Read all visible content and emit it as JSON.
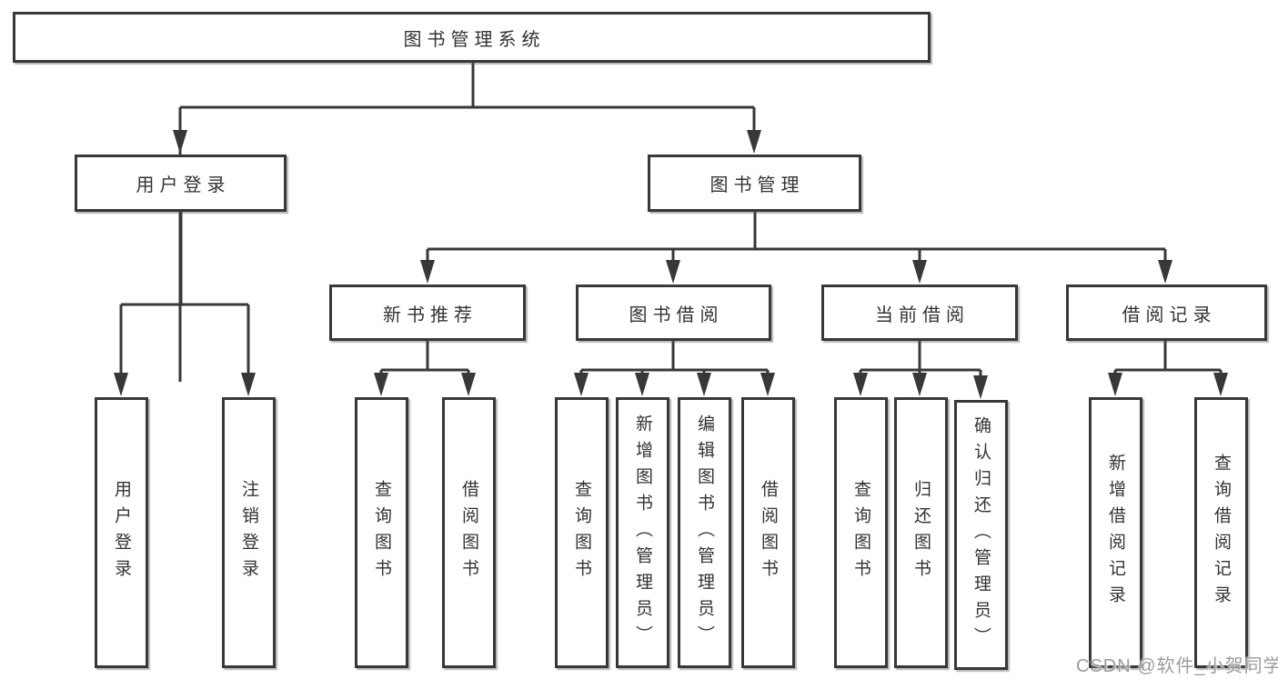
{
  "nodes": {
    "root": "图书管理系统",
    "user_login": "用户登录",
    "book_mgmt": "图书管理",
    "new_book_rec": "新书推荐",
    "book_borrow": "图书借阅",
    "current_borrow": "当前借阅",
    "borrow_record": "借阅记录",
    "ul_login": "用户登录",
    "ul_logout": "注销登录",
    "nb_query": "查询图书",
    "nb_borrow": "借阅图书",
    "bb_query": "查询图书",
    "bb_add": "新增图书（管理员）",
    "bb_edit": "编辑图书（管理员）",
    "bb_borrow": "借阅图书",
    "cb_query": "查询图书",
    "cb_return": "归还图书",
    "cb_confirm": "确认归还（管理员）",
    "br_add": "新增借阅记录",
    "br_query": "查询借阅记录"
  },
  "hierarchy": {
    "图书管理系统": {
      "用户登录": [
        "用户登录",
        "注销登录"
      ],
      "图书管理": {
        "新书推荐": [
          "查询图书",
          "借阅图书"
        ],
        "图书借阅": [
          "查询图书",
          "新增图书（管理员）",
          "编辑图书（管理员）",
          "借阅图书"
        ],
        "当前借阅": [
          "查询图书",
          "归还图书",
          "确认归还（管理员）"
        ],
        "借阅记录": [
          "新增借阅记录",
          "查询借阅记录"
        ]
      }
    }
  },
  "watermark": {
    "text": "CSDN @软件_小贺同学",
    "color": "#9c9c9c"
  },
  "colors": {
    "line": "#383838",
    "box_border": "#383838",
    "text": "#333333",
    "background": "#ffffff"
  }
}
